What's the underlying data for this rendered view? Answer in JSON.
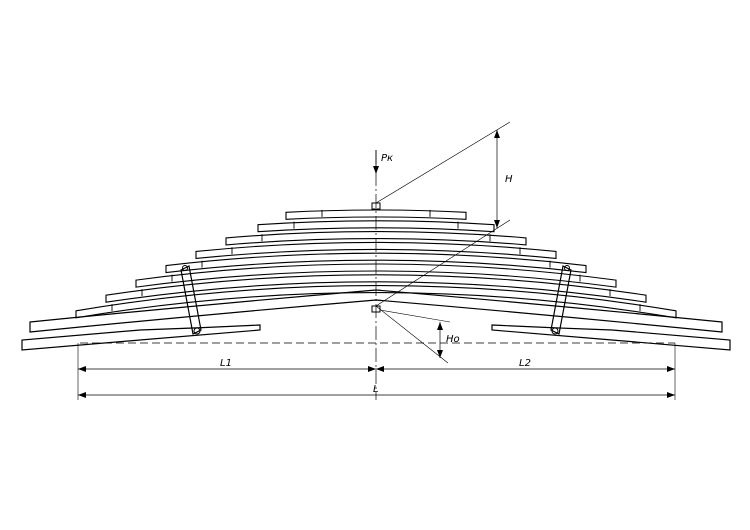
{
  "labels": {
    "force": "Pк",
    "height_H": "H",
    "height_H0": "Ho",
    "len_L1": "L1",
    "len_L2": "L2",
    "len_L": "L"
  },
  "leaves": [
    {
      "half_len": 90
    },
    {
      "half_len": 118
    },
    {
      "half_len": 150
    },
    {
      "half_len": 180
    },
    {
      "half_len": 210
    },
    {
      "half_len": 240
    },
    {
      "half_len": 270
    },
    {
      "half_len": 300
    },
    {
      "half_len": 345
    }
  ]
}
